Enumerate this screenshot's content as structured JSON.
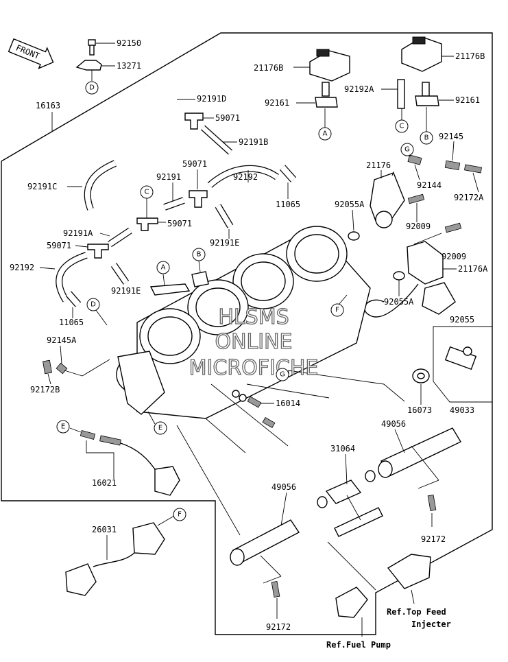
{
  "front_badge": "FRONT",
  "watermark": [
    "HLSMS",
    "ONLINE",
    "MICROFICHE"
  ],
  "labels": {
    "p92150": "92150",
    "p13271": "13271",
    "p16163": "16163",
    "p92191D": "92191D",
    "p59071_a": "59071",
    "p92191B": "92191B",
    "p21176B_l": "21176B",
    "p92161_l": "92161",
    "p92192A": "92192A",
    "p21176B_r": "21176B",
    "p92161_r": "92161",
    "p92191C": "92191C",
    "p92191": "92191",
    "p59071_b": "59071",
    "p92192_top": "92192",
    "p11065_top": "11065",
    "p21176": "21176",
    "p92145": "92145",
    "p92144": "92144",
    "p92172A": "92172A",
    "p92055A_top": "92055A",
    "p92009_a": "92009",
    "p92191A": "92191A",
    "p59071_c": "59071",
    "p59071_d": "59071",
    "p92191E_mid": "92191E",
    "p92009_b": "92009",
    "p21176A": "21176A",
    "p92192_left": "92192",
    "p92055A_bot": "92055A",
    "p92191E_low": "92191E",
    "p11065_low": "11065",
    "p92145A": "92145A",
    "p92055": "92055",
    "p92172B": "92172B",
    "p16014": "16014",
    "p16073": "16073",
    "p49033": "49033",
    "p49056_r": "49056",
    "p31064": "31064",
    "p16021": "16021",
    "p49056_l": "49056",
    "p92172_r": "92172",
    "p26031": "26031",
    "p92172_b": "92172",
    "ref_top_feed_1": "Ref.Top Feed",
    "ref_top_feed_2": "Injecter",
    "ref_fuel_pump": "Ref.Fuel Pump"
  },
  "callouts": {
    "D_top": "D",
    "A_sensor": "A",
    "C_tube": "C",
    "B_sensor": "B",
    "C_joint": "C",
    "G_top": "G",
    "B_body": "B",
    "A_body": "A",
    "D_body": "D",
    "F_right": "F",
    "G_body": "G",
    "E_body": "E",
    "E_cable": "E",
    "F_harness": "F"
  }
}
